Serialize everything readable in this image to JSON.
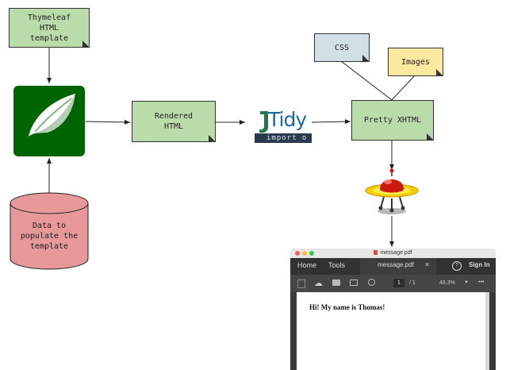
{
  "nodes": {
    "thymeleaf_template": "Thymeleaf\nHTML\ntemplate",
    "rendered_html": "Rendered\nHTML",
    "pretty_xhtml": "Pretty XHTML",
    "css": "CSS",
    "images": "Images",
    "data": "Data to\npopulate the\ntemplate"
  },
  "jtidy_logo": {
    "name": "JTidy",
    "caption": "import o"
  },
  "colors": {
    "note_green": "#b9dcaa",
    "css_blue": "#d1e0e4",
    "images_yellow": "#fde8a0",
    "db_red": "#e79898",
    "thymeleaf_green": "#006400"
  },
  "pdf_viewer": {
    "file_name": "message.pdf",
    "menu_home": "Home",
    "menu_tools": "Tools",
    "tab_label": "message.pdf",
    "tab_close": "×",
    "help": "?",
    "sign_in": "Sign In",
    "page_current": "1",
    "page_total": "/ 1",
    "zoom": "48,3%",
    "more": "•••",
    "page_text": "Hi! My name is Thomas!"
  },
  "icons": [
    "thymeleaf-leaf-icon",
    "ufo-icon",
    "pdf-file-icon",
    "save-icon",
    "upload-icon",
    "print-icon",
    "mail-icon",
    "zoom-icon",
    "help-icon"
  ]
}
